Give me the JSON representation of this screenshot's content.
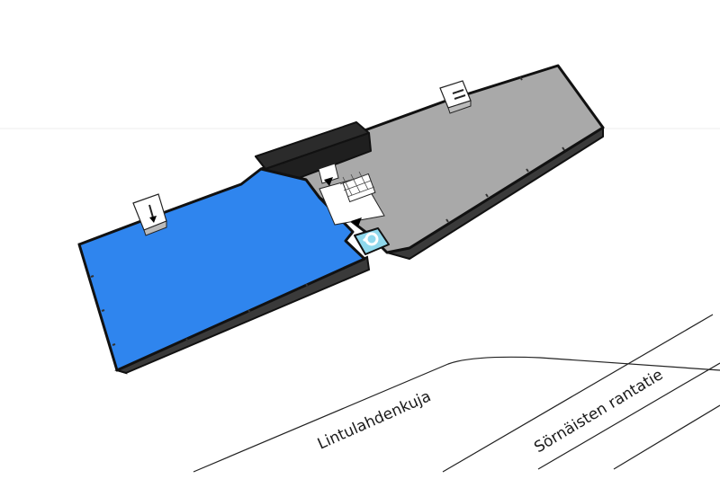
{
  "streets": [
    {
      "id": "lintulahdenkuja",
      "label": "Lintulahdenkuja"
    },
    {
      "id": "sornaisten-rantatie",
      "label": "Sörnäisten rantatie"
    }
  ],
  "colors": {
    "highlighted_area": "#2f85ee",
    "building_roof": "#a9a9a9",
    "building_wall": "#3a3a3a",
    "annex_roof": "#2b2b2b",
    "lift_core": "#8fd8ec",
    "outline": "#111111"
  },
  "icons": [
    "entrance-arrow-icon",
    "stairs-icon",
    "elevator-icon"
  ]
}
